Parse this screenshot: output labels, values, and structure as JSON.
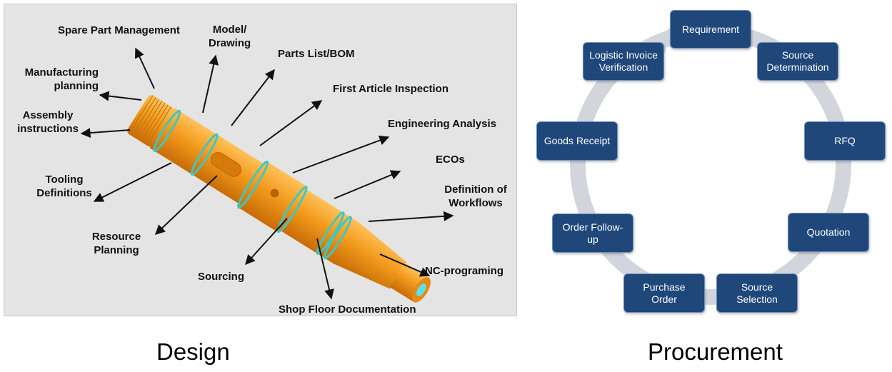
{
  "design": {
    "caption": "Design",
    "labels": {
      "spare_part": "Spare Part Management",
      "model_drawing": "Model/\nDrawing",
      "parts_list": "Parts List/BOM",
      "first_article": "First Article Inspection",
      "manufacturing": "Manufacturing\nplanning",
      "assembly": "Assembly\ninstructions",
      "engineering": "Engineering Analysis",
      "ecos": "ECOs",
      "tooling": "Tooling\nDefinitions",
      "workflows": "Definition of\nWorkflows",
      "resource": "Resource\nPlanning",
      "sourcing": "Sourcing",
      "nc": "NC-programing",
      "shop_floor": "Shop Floor Documentation"
    },
    "colors": {
      "part": "#f09a1e",
      "ring": "#3fc7c0",
      "background": "#e4e4e4"
    }
  },
  "procurement": {
    "caption": "Procurement",
    "steps": {
      "requirement": "Requirement",
      "source_determination": "Source\nDetermination",
      "rfq": "RFQ",
      "quotation": "Quotation",
      "source_selection": "Source\nSelection",
      "purchase_order": "Purchase\nOrder",
      "order_follow_up": "Order Follow-\nup",
      "goods_receipt": "Goods Receipt",
      "logistic_invoice": "Logistic Invoice\nVerification"
    },
    "colors": {
      "box": "#1f477a",
      "cycle": "#d3d5dc"
    }
  }
}
